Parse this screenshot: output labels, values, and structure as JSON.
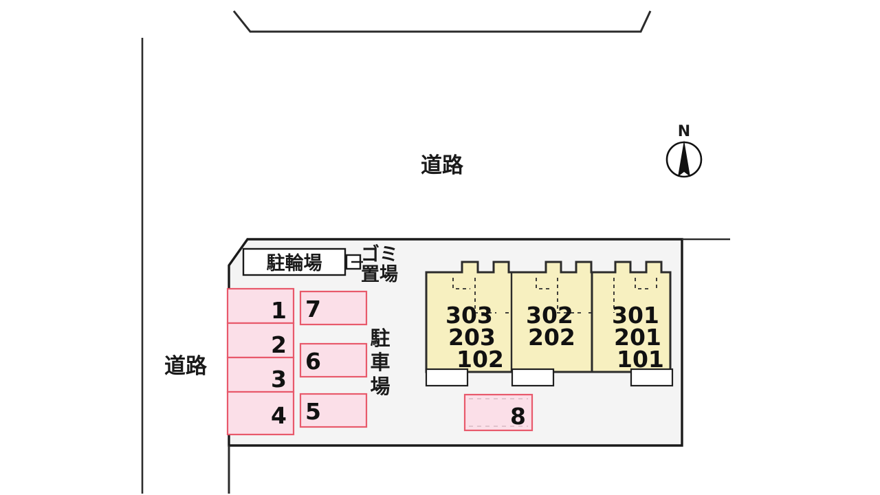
{
  "plan": {
    "title": "apartment-site-plan",
    "colors": {
      "site_fill": "#f4f4f4",
      "building_fill": "#f7f0c0",
      "parking_fill": "#fbdfe8",
      "parking_stroke": "#e8596b",
      "line": "#2b2b2b",
      "porch_fill": "#ffffff"
    }
  },
  "roads": {
    "top_label": "道路",
    "left_label": "道路"
  },
  "compass": {
    "north_label": "N"
  },
  "facilities": {
    "bicycle_parking_label": "駐輪場",
    "trash_label_line1": "ゴミ",
    "trash_label_line2": "置場",
    "parking_label_vertical": "駐車場",
    "parking_label_chars": [
      "駐",
      "車",
      "場"
    ]
  },
  "parking_stalls": [
    {
      "id": "1",
      "label": "1",
      "align": "right"
    },
    {
      "id": "2",
      "label": "2",
      "align": "right"
    },
    {
      "id": "3",
      "label": "3",
      "align": "right"
    },
    {
      "id": "4",
      "label": "4",
      "align": "right"
    },
    {
      "id": "5",
      "label": "5",
      "align": "left"
    },
    {
      "id": "6",
      "label": "6",
      "align": "left"
    },
    {
      "id": "7",
      "label": "7",
      "align": "left"
    },
    {
      "id": "8",
      "label": "8",
      "align": "right"
    }
  ],
  "building": {
    "units": [
      {
        "section": "left",
        "floor3": "303",
        "floor2": "203",
        "floor1": "102"
      },
      {
        "section": "middle",
        "floor3": "302",
        "floor2": "202",
        "floor1": ""
      },
      {
        "section": "right",
        "floor3": "301",
        "floor2": "201",
        "floor1": "101"
      }
    ],
    "unit_labels": [
      "303",
      "203",
      "102",
      "302",
      "202",
      "301",
      "201",
      "101"
    ]
  }
}
